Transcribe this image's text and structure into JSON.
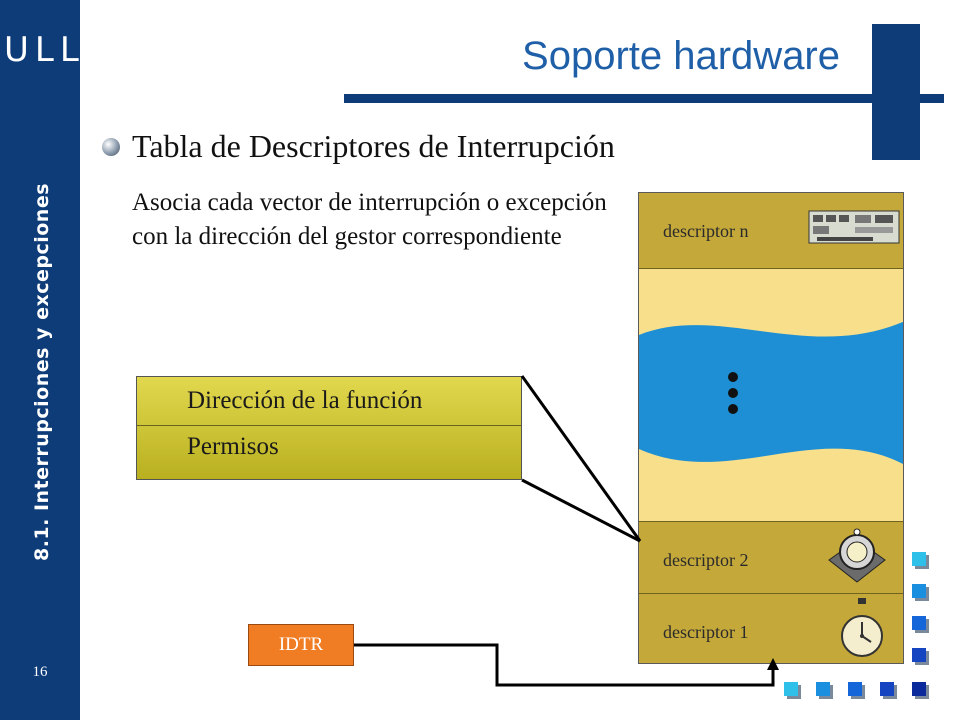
{
  "logo": "ULL",
  "sidebar": {
    "section": "8.1. Interrupciones y excepciones",
    "page_number": "16"
  },
  "title": "Soporte hardware",
  "bullet": "Tabla de Descriptores de Interrupción",
  "description": "Asocia cada vector de interrupción o excepción con la dirección del gestor correspondiente",
  "table": {
    "top_label": "descriptor n",
    "slot2_label": "descriptor 2",
    "slot1_label": "descriptor 1"
  },
  "descriptor_fields": {
    "address": "Dirección de la función",
    "permissions": "Permisos"
  },
  "register": "IDTR",
  "colors": {
    "sidebar": "#0d3c78",
    "title": "#1f5fa8",
    "slot": "#c4a83a",
    "wave": "#1e8fd4",
    "register": "#f07c24"
  },
  "icons": [
    "circuit-board-icon",
    "cpu-chip-icon",
    "stopwatch-icon"
  ]
}
